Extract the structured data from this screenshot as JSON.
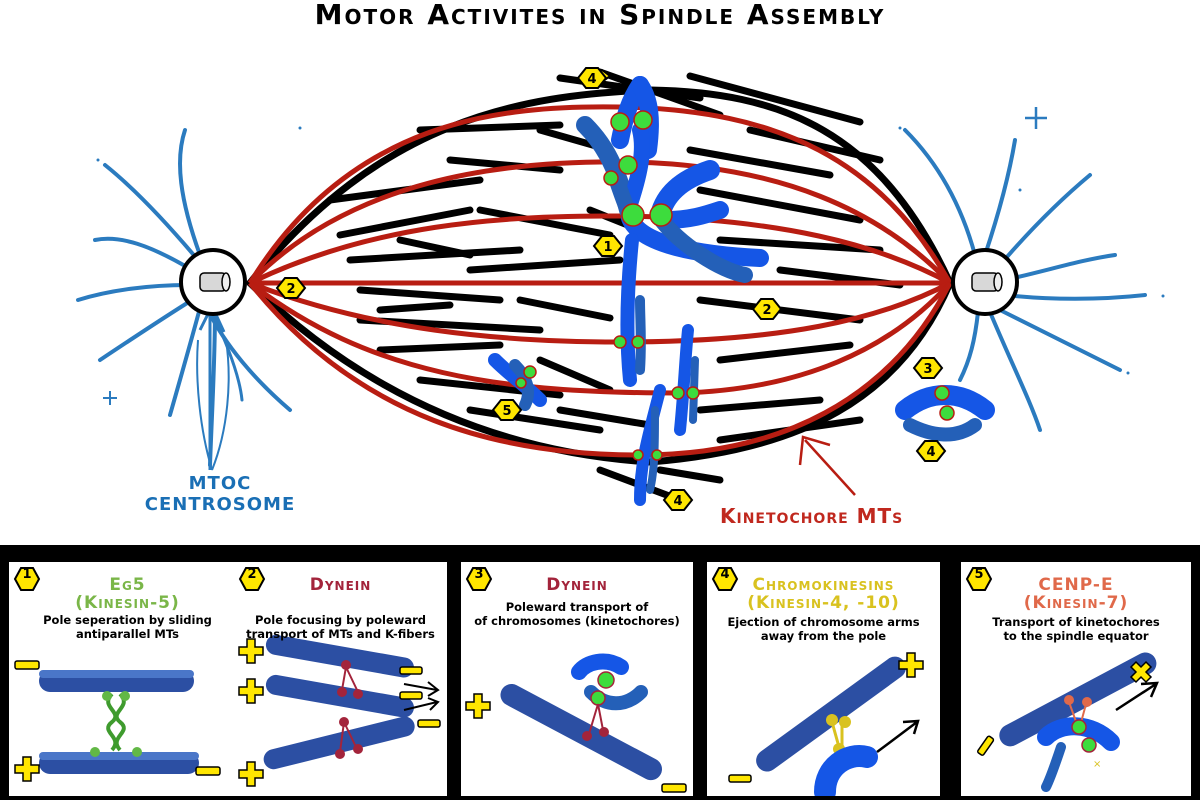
{
  "title": "Motor Activites in Spindle Assembly",
  "labels": {
    "mtoc_line1": "MTOC",
    "mtoc_line2": "CENTROSOME",
    "kinetochore": "Kinetochore MTs",
    "plus_sign": "+"
  },
  "badges": [
    "4",
    "1",
    "2",
    "2",
    "5",
    "3",
    "4",
    "4"
  ],
  "panels": [
    {
      "num": "1",
      "title1": "Eg5",
      "title2": "(Kinesin-5)",
      "color": "#7ab648",
      "desc1": "Pole seperation by sliding",
      "desc2": "antiparallel MTs"
    },
    {
      "num": "2",
      "title1": "Dynein",
      "title2": "",
      "color": "#a3243b",
      "desc1": "Pole focusing by poleward",
      "desc2": "transport of MTs and K-fibers"
    },
    {
      "num": "3",
      "title1": "Dynein",
      "title2": "",
      "color": "#a3243b",
      "desc1": "Poleward transport of",
      "desc2": "of chromosomes (kinetochores)"
    },
    {
      "num": "4",
      "title1": "Chromokinesins",
      "title2": "(Kinesin-4, -10)",
      "color": "#d9c21f",
      "desc1": "Ejection of chromosome arms",
      "desc2": "away from the pole"
    },
    {
      "num": "5",
      "title1": "CENP-E",
      "title2": "(Kinesin-7)",
      "color": "#e0694a",
      "desc1": "Transport of kinetochores",
      "desc2": "to the spindle equator"
    }
  ],
  "colors": {
    "astral": "#2b7bbf",
    "kinetochore_mt": "#b81d12",
    "chromosome": "#1556e6",
    "kinetochore": "#3ddc3d",
    "badge": "#ffe600",
    "microtubule": "#2c4fa3",
    "motor": "#c0283c"
  }
}
